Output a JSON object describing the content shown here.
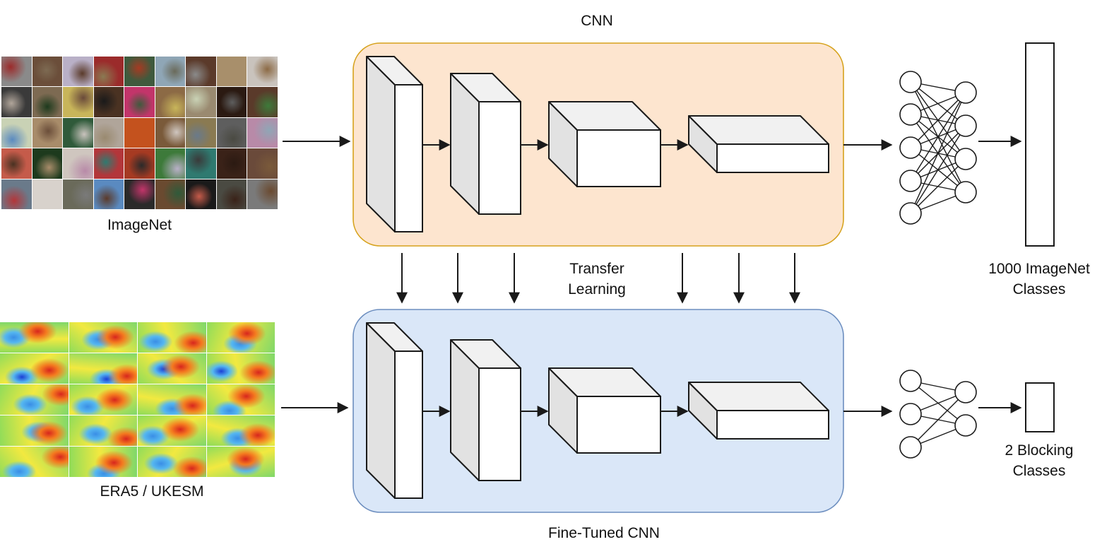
{
  "cnn": {
    "title": "CNN",
    "fill": "#fde5cf",
    "stroke": "#d6a21c"
  },
  "finetuned": {
    "title": "Fine-Tuned CNN",
    "fill": "#dae7f8",
    "stroke": "#6c8ebf"
  },
  "transfer": {
    "line1": "Transfer",
    "line2": "Learning"
  },
  "imagenet": {
    "label": "ImageNet"
  },
  "era": {
    "label": "ERA5 / UKESM"
  },
  "outputs": {
    "top": {
      "line1": "1000 ImageNet",
      "line2": "Classes"
    },
    "bottom": {
      "line1": "2 Blocking",
      "line2": "Classes"
    }
  },
  "colors": {
    "layer_front": "#ffffff",
    "layer_side": "#e2e2e2",
    "layer_top": "#f1f1f1",
    "line": "#1a1a1a"
  }
}
